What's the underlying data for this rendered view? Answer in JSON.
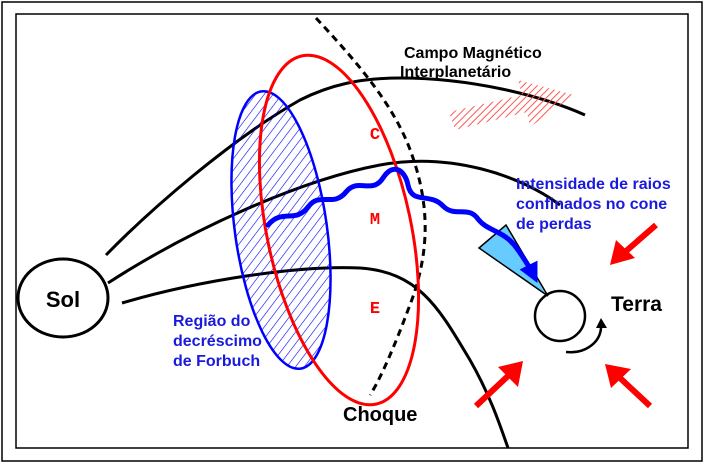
{
  "labels": {
    "sun": "Sol",
    "earth": "Terra",
    "imf_line1": "Campo Magnético",
    "imf_line2": "Interplanetário",
    "shock": "Choque",
    "cme_c": "C",
    "cme_m": "M",
    "cme_e": "E",
    "forbush_line1": "Região do",
    "forbush_line2": "decréscimo",
    "forbush_line3": "de Forbuch",
    "cone_line1": "Intensidade de raios",
    "cone_line2": "confinados no cone",
    "cone_line3": "de perdas"
  },
  "colors": {
    "black": "#000000",
    "red": "#ff0000",
    "blue": "#0000ff",
    "blue_text": "#1a1adc",
    "cone_fill": "#66ccff",
    "hatch_red": "#ff5555"
  },
  "icons": {
    "solar_wind_arrow": "hatched-red-arrow",
    "cosmic_ray_arrows": "red-arrows-toward-earth",
    "rotation": "curved-rotation-arrow"
  }
}
